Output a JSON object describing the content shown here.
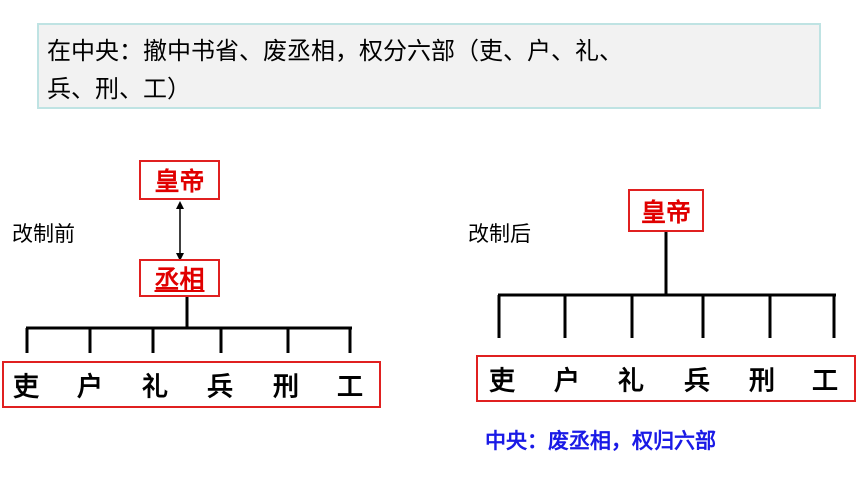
{
  "summary": {
    "line1": "在中央：撤中书省、废丞相，权分六部（吏、户、礼、",
    "line2": "兵、刑、工）"
  },
  "before": {
    "label": "改制前",
    "emperor": "皇帝",
    "chancellor": "丞相",
    "ministries": [
      "吏",
      "户",
      "礼",
      "兵",
      "刑",
      "工"
    ]
  },
  "after": {
    "label": "改制后",
    "emperor": "皇帝",
    "ministries": [
      "吏",
      "户",
      "礼",
      "兵",
      "刑",
      "工"
    ]
  },
  "footer": "中央：废丞相，权归六部"
}
